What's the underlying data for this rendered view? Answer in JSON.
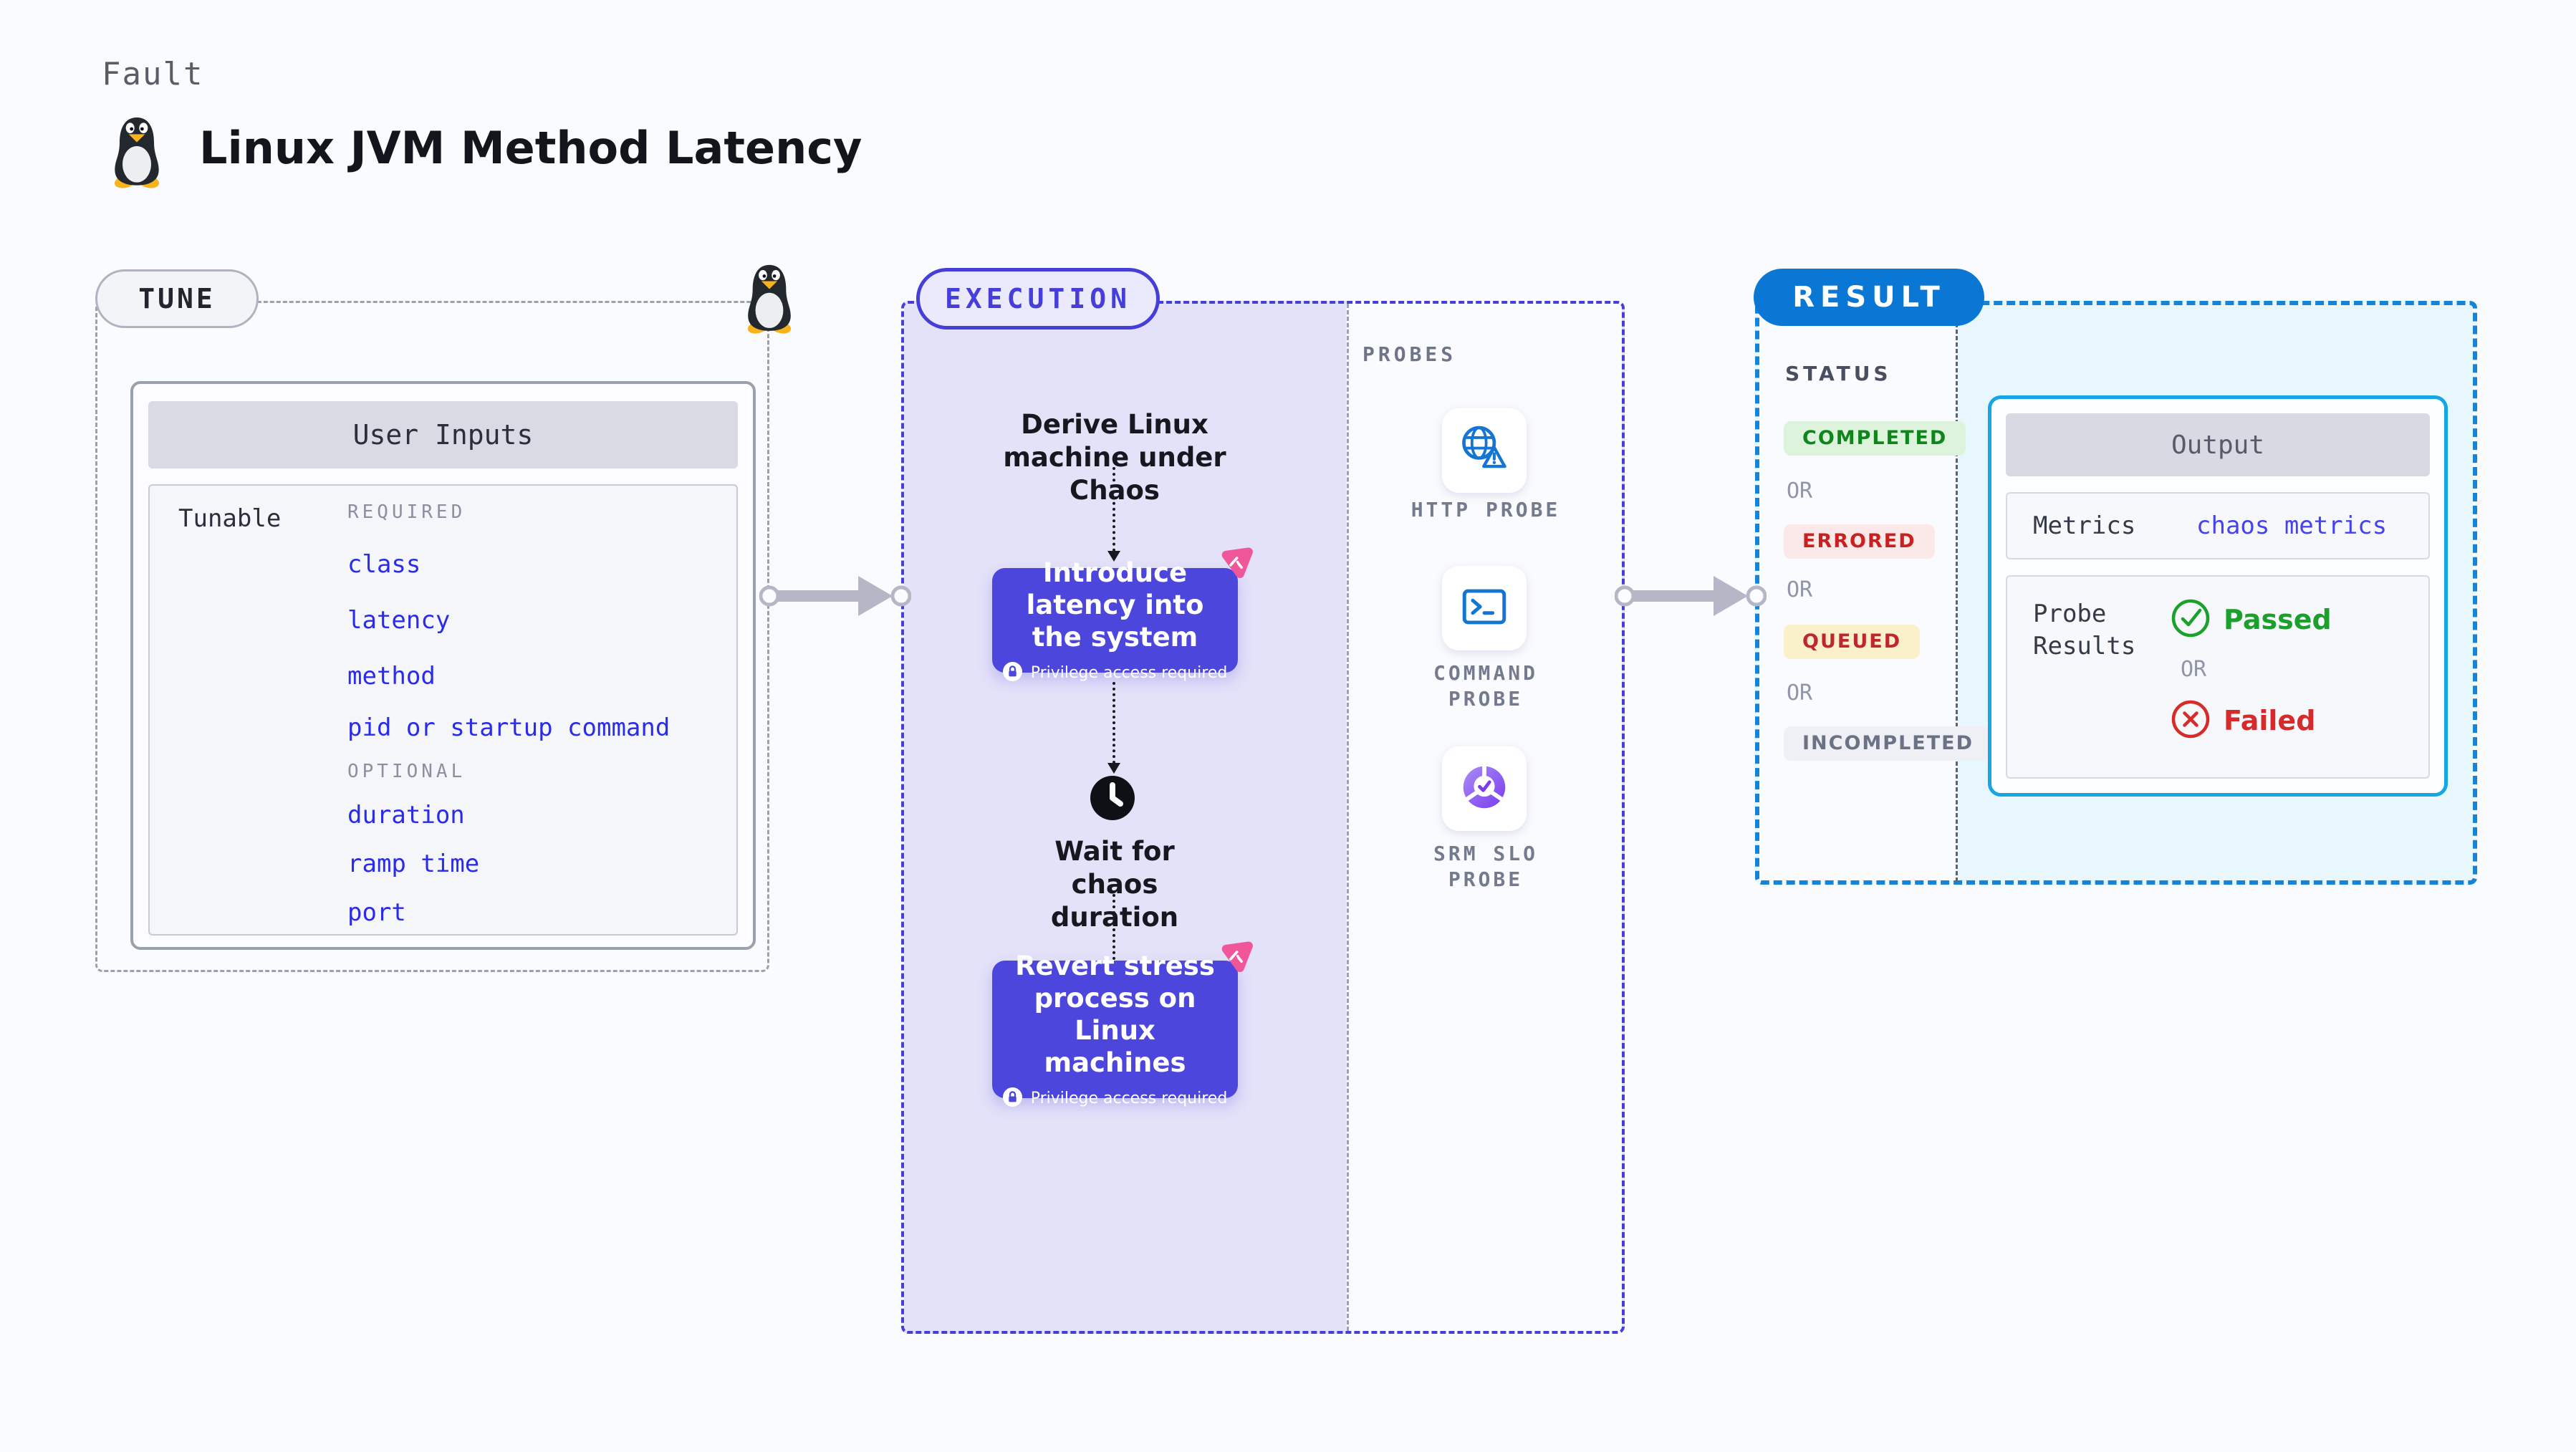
{
  "page": {
    "kicker": "Fault",
    "title": "Linux JVM Method Latency"
  },
  "tune": {
    "badge": "TUNE",
    "table": {
      "title": "User Inputs",
      "row_label": "Tunable",
      "required_label": "REQUIRED",
      "required_items": [
        "class",
        "latency",
        "method",
        "pid or startup command"
      ],
      "optional_label": "OPTIONAL",
      "optional_items": [
        "duration",
        "ramp time",
        "port"
      ]
    }
  },
  "execution": {
    "badge": "EXECUTION",
    "step_derive": "Derive Linux machine under Chaos",
    "step_introduce": {
      "title": "Introduce latency into the system",
      "note": "Privilege access required"
    },
    "step_wait": "Wait for chaos duration",
    "step_revert": {
      "title": "Revert stress process on Linux machines",
      "note": "Privilege access required"
    }
  },
  "probes": {
    "label": "PROBES",
    "items": [
      {
        "name": "HTTP PROBE",
        "icon": "globe-alert-icon"
      },
      {
        "name": "COMMAND PROBE",
        "icon": "terminal-icon"
      },
      {
        "name": "SRM SLO PROBE",
        "icon": "slo-donut-check-icon"
      }
    ]
  },
  "result": {
    "badge": "RESULT",
    "status_label": "STATUS",
    "or_label": "OR",
    "statuses": [
      "COMPLETED",
      "ERRORED",
      "QUEUED",
      "INCOMPLETED"
    ],
    "output": {
      "title": "Output",
      "metrics_label": "Metrics",
      "metrics_value": "chaos metrics",
      "probe_results_label": "Probe Results",
      "passed": "Passed",
      "failed": "Failed"
    }
  },
  "colors": {
    "brand_purple": "#4c46dd",
    "execution_dash": "#453ed8",
    "result_blue": "#0b77d4",
    "output_border_cyan": "#14a7e4",
    "tunable_link_blue": "#2b2bea",
    "completed_green": "#0e861b",
    "errored_red": "#c92020",
    "queued_red": "#c0272d",
    "incompleted_gray": "#6b7285",
    "passed_green": "#1ba12b",
    "failed_red": "#d62b2b",
    "probe_icon_blue": "#1476d2",
    "chaos_pink": "#f0579a"
  }
}
